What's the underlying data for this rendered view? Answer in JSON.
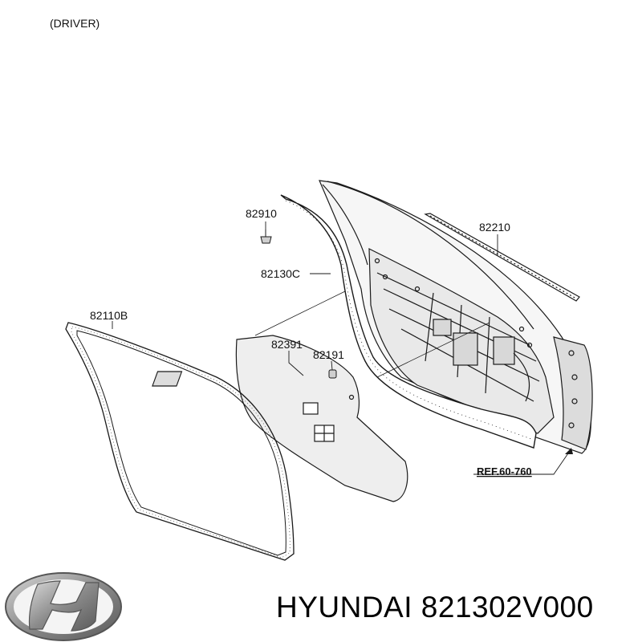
{
  "diagram": {
    "variant_label": "(DRIVER)",
    "parts": [
      {
        "id": "82910"
      },
      {
        "id": "82210"
      },
      {
        "id": "82130C"
      },
      {
        "id": "82110B"
      },
      {
        "id": "82391"
      },
      {
        "id": "82191"
      }
    ],
    "reference": "REF.60-760"
  },
  "footer": {
    "brand": "HYUNDAI",
    "part_number": "821302V000",
    "caption": "HYUNDAI 821302V000",
    "logo_icon": "hyundai-logo-icon"
  },
  "colors": {
    "line": "#1a1a1a",
    "panel_fill": "#eeeeee",
    "logo_dark": "#6e6e6e",
    "logo_light": "#d8d8d8"
  }
}
